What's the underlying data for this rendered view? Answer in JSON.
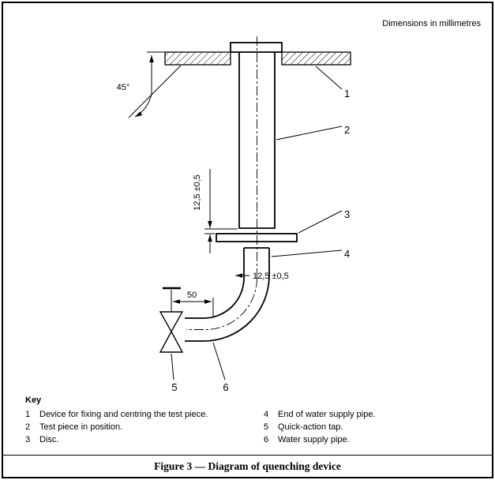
{
  "figure": {
    "dimensions_note": "Dimensions in millimetres",
    "caption": "Figure 3 — Diagram of quenching device"
  },
  "colors": {
    "ink": "#000000",
    "paper": "#ffffff"
  },
  "drawing": {
    "angle_label": "45°",
    "gap_dimension": "12,5 ±0,5",
    "pipe_dimension": "12,5 ±0,5",
    "tap_distance_dimension": "50",
    "callouts": [
      "1",
      "2",
      "3",
      "4",
      "5",
      "6"
    ]
  },
  "key": {
    "title": "Key",
    "items": [
      {
        "num": "1",
        "text": "Device for fixing and centring the test piece."
      },
      {
        "num": "2",
        "text": "Test piece in position."
      },
      {
        "num": "3",
        "text": "Disc."
      },
      {
        "num": "4",
        "text": "End of water supply pipe."
      },
      {
        "num": "5",
        "text": "Quick-action tap."
      },
      {
        "num": "6",
        "text": "Water supply pipe."
      }
    ]
  }
}
